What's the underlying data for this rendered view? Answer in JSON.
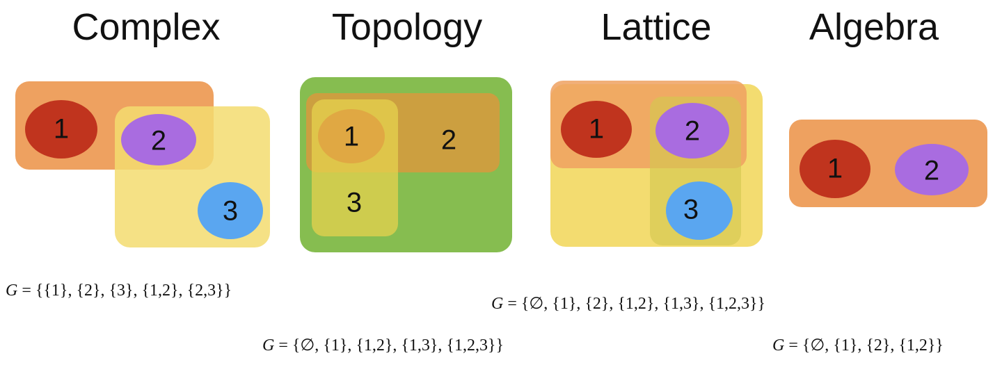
{
  "panels": [
    {
      "title": "Complex",
      "formula_prefix": "G",
      "formula": " = {{1}, {2}, {3}, {1,2}, {2,3}}",
      "nodes": [
        {
          "label": "1",
          "color": "#c0341e"
        },
        {
          "label": "2",
          "color": "#a96ce0"
        },
        {
          "label": "3",
          "color": "#5aa6f0"
        }
      ]
    },
    {
      "title": "Topology",
      "formula_prefix": "G",
      "formula": " = {∅, {1}, {1,2}, {1,3}, {1,2,3}}",
      "nodes": [
        {
          "label": "1"
        },
        {
          "label": "2"
        },
        {
          "label": "3"
        }
      ]
    },
    {
      "title": "Lattice",
      "formula_prefix": "G",
      "formula": " = {∅, {1}, {2}, {1,2}, {1,3}, {1,2,3}}",
      "nodes": [
        {
          "label": "1",
          "color": "#c0341e"
        },
        {
          "label": "2",
          "color": "#a96ce0"
        },
        {
          "label": "3",
          "color": "#5aa6f0"
        }
      ]
    },
    {
      "title": "Algebra",
      "formula_prefix": "G",
      "formula": " = {∅, {1}, {2}, {1,2}}",
      "nodes": [
        {
          "label": "1",
          "color": "#c0341e"
        },
        {
          "label": "2",
          "color": "#a96ce0"
        }
      ]
    }
  ],
  "colors": {
    "orange": "#eea160",
    "yellow": "#f3dc70",
    "green": "#86bd50",
    "red": "#c0341e",
    "purple": "#a96ce0",
    "blue": "#5aa6f0"
  }
}
